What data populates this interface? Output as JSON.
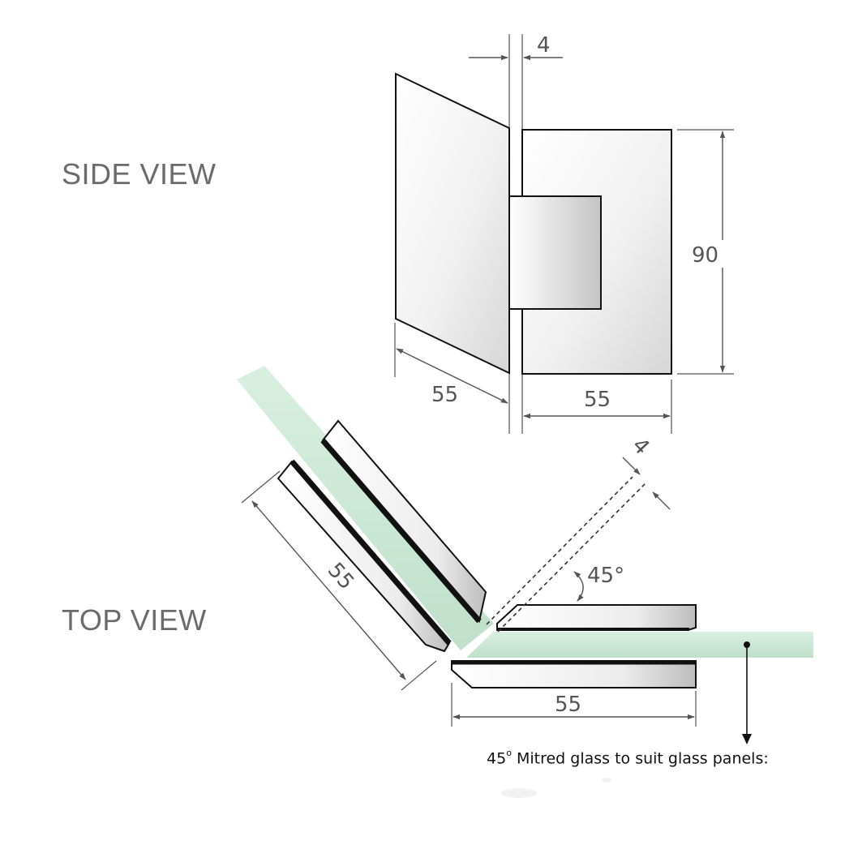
{
  "labels": {
    "side_view": "SIDE VIEW",
    "top_view": "TOP VIEW"
  },
  "dimensions": {
    "gap_top": "4",
    "height": "90",
    "left_width": "55",
    "right_width": "55",
    "gap_diag": "4",
    "angle": "45°",
    "angled_clamp_length": "55",
    "straight_clamp_length": "55"
  },
  "note": {
    "angle": "45",
    "degree_mark": "o",
    "text": "Mitred glass to suit glass panels:"
  },
  "colors": {
    "glass": "#cfe8d8",
    "outline": "#111111",
    "dimension": "#555555",
    "label": "#6b6b6b"
  }
}
